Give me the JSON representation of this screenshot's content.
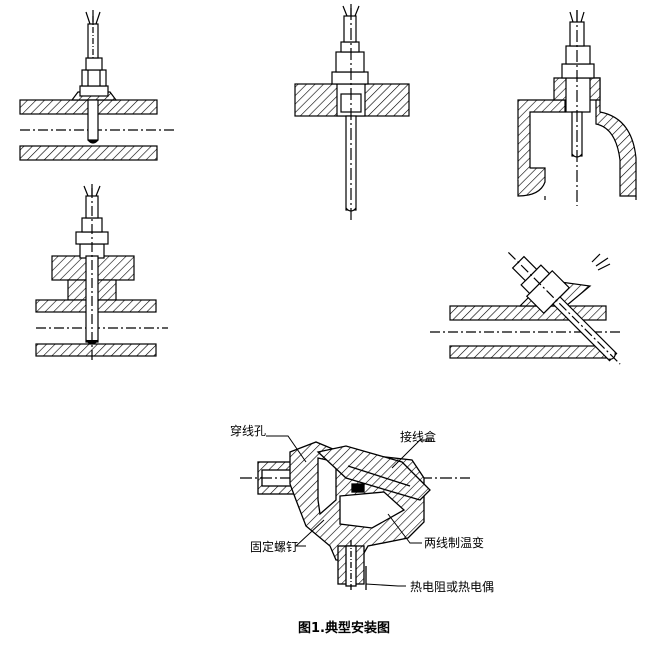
{
  "labels": {
    "cable_hole": "穿线孔",
    "junction_box": "接线盒",
    "fixing_screw": "固定螺钉",
    "transmitter": "两线制温变",
    "sensor": "热电阻或热电偶"
  },
  "caption": "图1.典型安装图",
  "colors": {
    "ink": "#000000",
    "paper": "#ffffff"
  }
}
